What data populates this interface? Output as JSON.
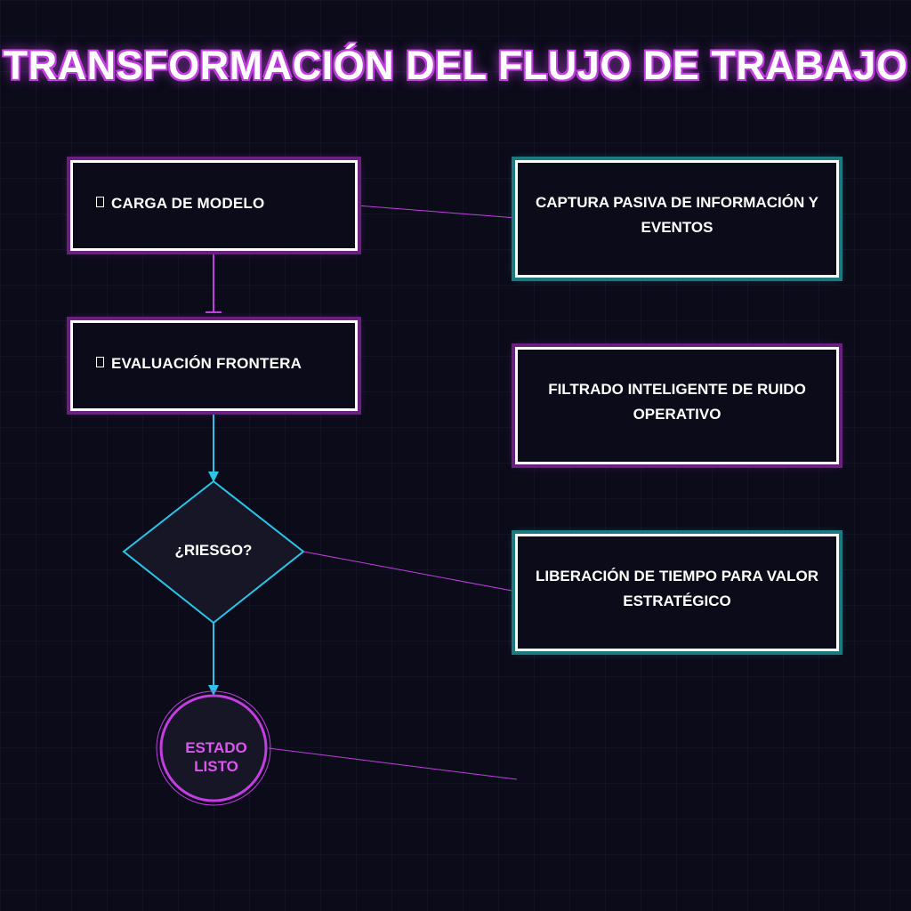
{
  "title": "TRANSFORMACIÓN DEL FLUJO DE TRABAJO",
  "colors": {
    "background": "#0b0b19",
    "magenta": "#c23ee0",
    "cyan": "#29c6e8",
    "text": "#ffffff",
    "terminal_text": "#dd55f0"
  },
  "flow": {
    "step1": {
      "label": "CARGA DE MODELO",
      "icon": "box-glyph-icon"
    },
    "step2": {
      "label": "EVALUACIÓN FRONTERA",
      "icon": "box-glyph-icon"
    },
    "decision": {
      "label": "¿RIESGO?"
    },
    "terminal": {
      "label": "ESTADO\nLISTO"
    }
  },
  "benefits": [
    {
      "label": "CAPTURA PASIVA DE INFORMACIÓN Y EVENTOS",
      "color": "cyan"
    },
    {
      "label": "FILTRADO INTELIGENTE DE RUIDO OPERATIVO",
      "color": "magenta"
    },
    {
      "label": "LIBERACIÓN DE TIEMPO PARA VALOR ESTRATÉGICO",
      "color": "cyan"
    }
  ]
}
